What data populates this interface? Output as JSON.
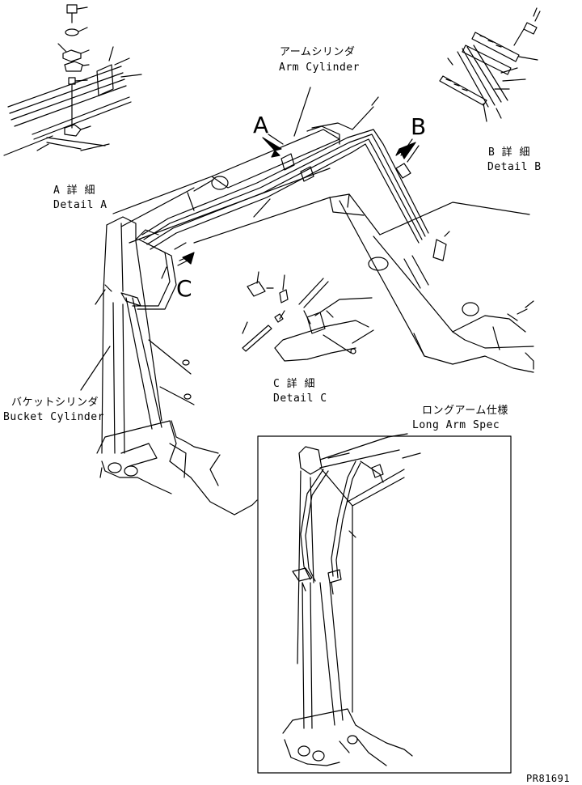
{
  "callouts": {
    "arm_cylinder": {
      "jp": "アームシリンダ",
      "en": "Arm Cylinder"
    },
    "bucket_cylinder": {
      "jp": "バケットシリンダ",
      "en": "Bucket Cylinder"
    },
    "long_arm_spec": {
      "jp": "ロングアーム仕様",
      "en": "Long Arm Spec"
    }
  },
  "details": {
    "a": {
      "letter": "A",
      "jp": "A 詳 細",
      "en": "Detail A"
    },
    "b": {
      "letter": "B",
      "jp": "B 詳 細",
      "en": "Detail B"
    },
    "c": {
      "letter": "C",
      "jp": "C 詳 細",
      "en": "Detail C"
    }
  },
  "drawing_number": "PR81691",
  "colors": {
    "line": "#000000",
    "background": "#ffffff"
  }
}
